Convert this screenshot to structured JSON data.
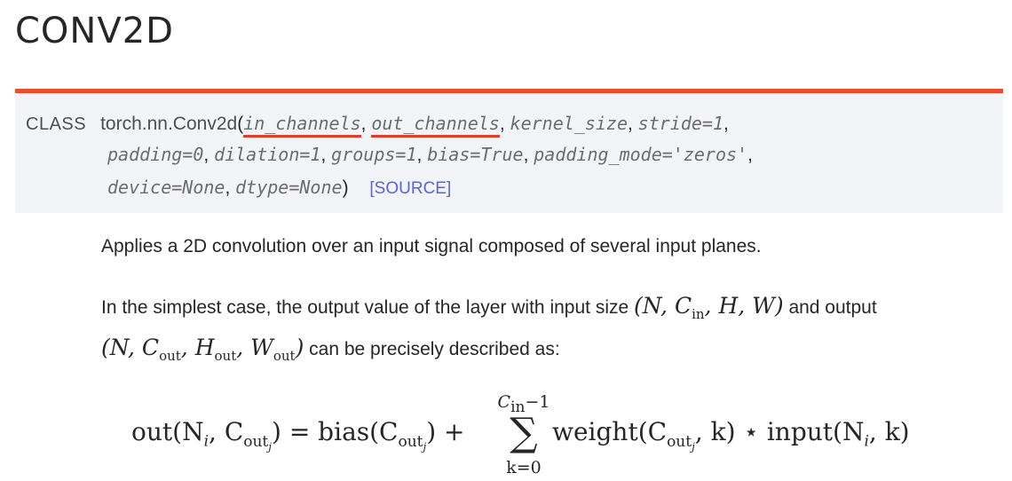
{
  "page": {
    "title": "CONV2D"
  },
  "signature": {
    "keyword": "CLASS",
    "class_name": "torch.nn.Conv2d",
    "open_paren": "(",
    "close_paren": ")",
    "params": [
      "in_channels",
      "out_channels",
      "kernel_size",
      "stride=1",
      "padding=0",
      "dilation=1",
      "groups=1",
      "bias=True",
      "padding_mode='zeros'",
      "device=None",
      "dtype=None"
    ],
    "separator": ",",
    "source_link": "[SOURCE]"
  },
  "description": {
    "p1": "Applies a 2D convolution over an input signal composed of several input planes.",
    "p2_start": "In the simplest case, the output value of the layer with input size",
    "p2_mid": "and output",
    "p2_end": "can be precisely described as:",
    "input_size": "(N, C",
    "input_size_sub": "in",
    "input_size_rest": ", H, W)",
    "output_size_pre": "(N, C",
    "output_size_sub1": "out",
    "output_size_mid1": ", H",
    "output_size_sub2": "out",
    "output_size_mid2": ", W",
    "output_size_sub3": "out",
    "output_size_end": ")"
  },
  "formula": {
    "lhs": "out(N",
    "lhs_i": "i",
    "lhs_mid": ", C",
    "lhs_sub": "out",
    "lhs_subj": "j",
    "lhs_end": ") = bias(C",
    "bias_sub": "out",
    "bias_subj": "j",
    "bias_end": ") +",
    "sum_upper": "C",
    "sum_upper_sub": "in",
    "sum_upper_rest": "−1",
    "sum_sign": "∑",
    "sum_lower": "k=0",
    "rhs": "weight(C",
    "rhs_sub": "out",
    "rhs_subj": "j",
    "rhs_mid": ", k) ⋆ input(N",
    "rhs_i": "i",
    "rhs_end": ", k)"
  }
}
